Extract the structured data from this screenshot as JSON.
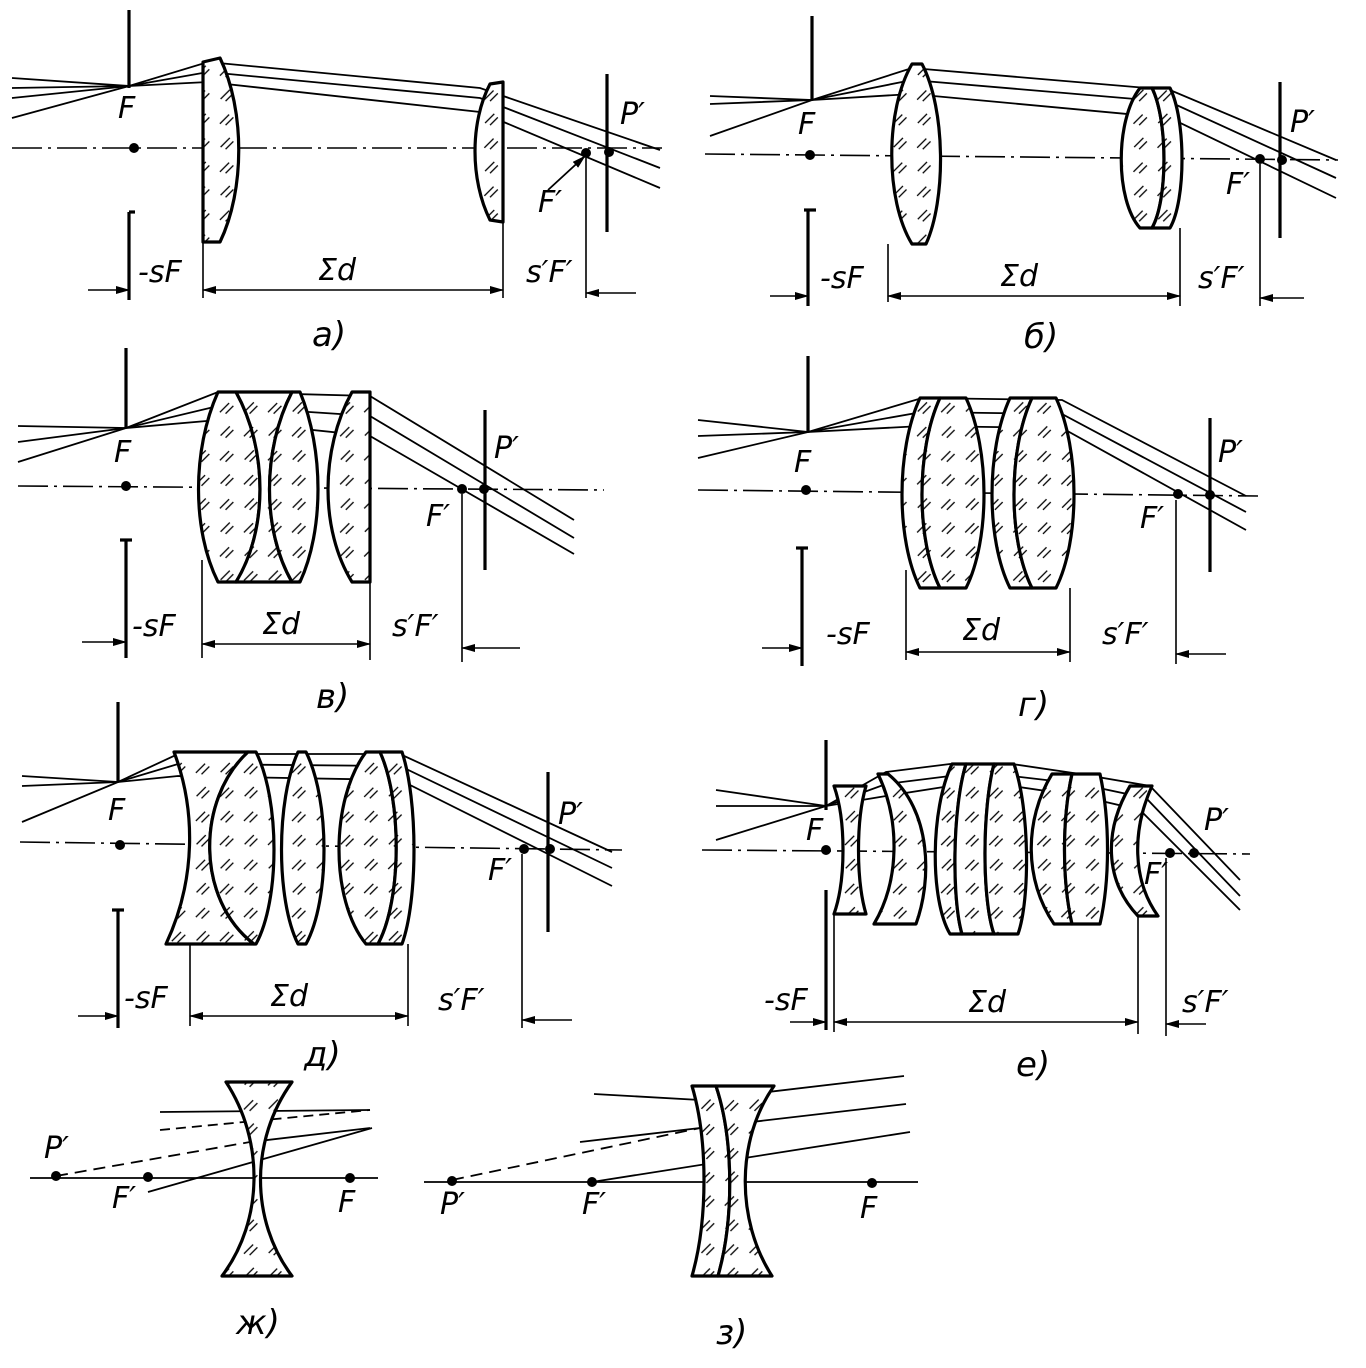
{
  "panels": [
    {
      "id": "a",
      "caption": "а)",
      "labels": {
        "f_front": "F",
        "f_back": "F′",
        "pupil_exit": "P′",
        "s_front": "-sF",
        "sum_d": "Σd",
        "s_back": "s′F′"
      }
    },
    {
      "id": "b",
      "caption": "б)",
      "labels": {
        "f_front": "F",
        "f_back": "F′",
        "pupil_exit": "P′",
        "s_front": "-sF",
        "sum_d": "Σd",
        "s_back": "s′F′"
      }
    },
    {
      "id": "v",
      "caption": "в)",
      "labels": {
        "f_front": "F",
        "f_back": "F′",
        "pupil_exit": "P′",
        "s_front": "-sF",
        "sum_d": "Σd",
        "s_back": "s′F′"
      }
    },
    {
      "id": "g",
      "caption": "г)",
      "labels": {
        "f_front": "F",
        "f_back": "F′",
        "pupil_exit": "P′",
        "s_front": "-sF",
        "sum_d": "Σd",
        "s_back": "s′F′"
      }
    },
    {
      "id": "d",
      "caption": "д)",
      "labels": {
        "f_front": "F",
        "f_back": "F′",
        "pupil_exit": "P′",
        "s_front": "-sF",
        "sum_d": "Σd",
        "s_back": "s′F′"
      }
    },
    {
      "id": "e",
      "caption": "е)",
      "labels": {
        "f_front": "F",
        "f_back": "F′",
        "pupil_exit": "P′",
        "s_front": "-sF",
        "sum_d": "Σd",
        "s_back": "s′F′"
      }
    },
    {
      "id": "zh",
      "caption": "ж)",
      "labels": {
        "pupil_exit": "P′",
        "f_back": "F′",
        "f_front": "F"
      }
    },
    {
      "id": "z",
      "caption": "з)",
      "labels": {
        "pupil_exit": "P′",
        "f_back": "F′",
        "f_front": "F"
      }
    }
  ]
}
